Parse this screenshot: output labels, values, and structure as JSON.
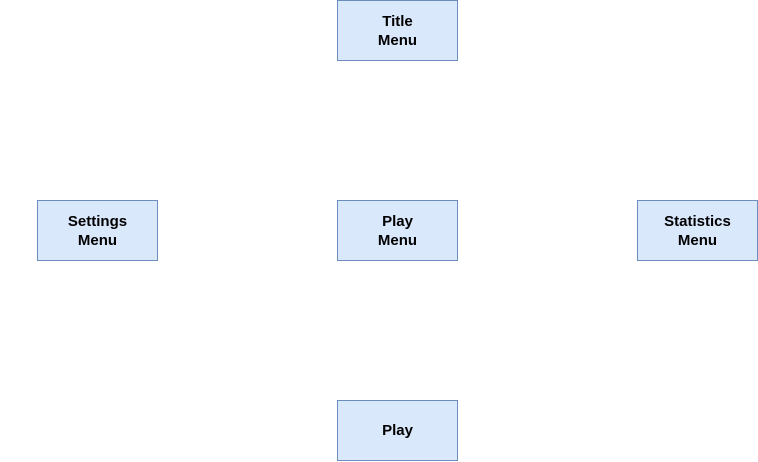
{
  "diagram": {
    "nodes": [
      {
        "id": "title-menu",
        "label": "Title\nMenu"
      },
      {
        "id": "settings-menu",
        "label": "Settings\nMenu"
      },
      {
        "id": "play-menu",
        "label": "Play\nMenu"
      },
      {
        "id": "statistics-menu",
        "label": "Statistics\nMenu"
      },
      {
        "id": "play",
        "label": "Play"
      }
    ],
    "colors": {
      "node_fill": "#dae8fc",
      "node_border": "#6c8ebf",
      "text": "#000000",
      "background": "#ffffff"
    }
  }
}
